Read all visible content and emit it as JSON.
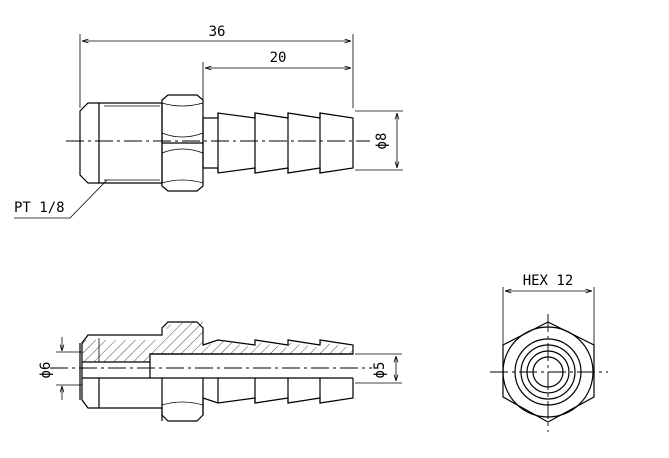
{
  "dimensions": {
    "overall_length": "36",
    "barb_length": "20",
    "barb_diameter": "ϕ8",
    "thread_label": "PT 1/8",
    "bore_inlet": "ϕ6",
    "bore_outlet": "ϕ5",
    "hex_size": "HEX 12"
  }
}
